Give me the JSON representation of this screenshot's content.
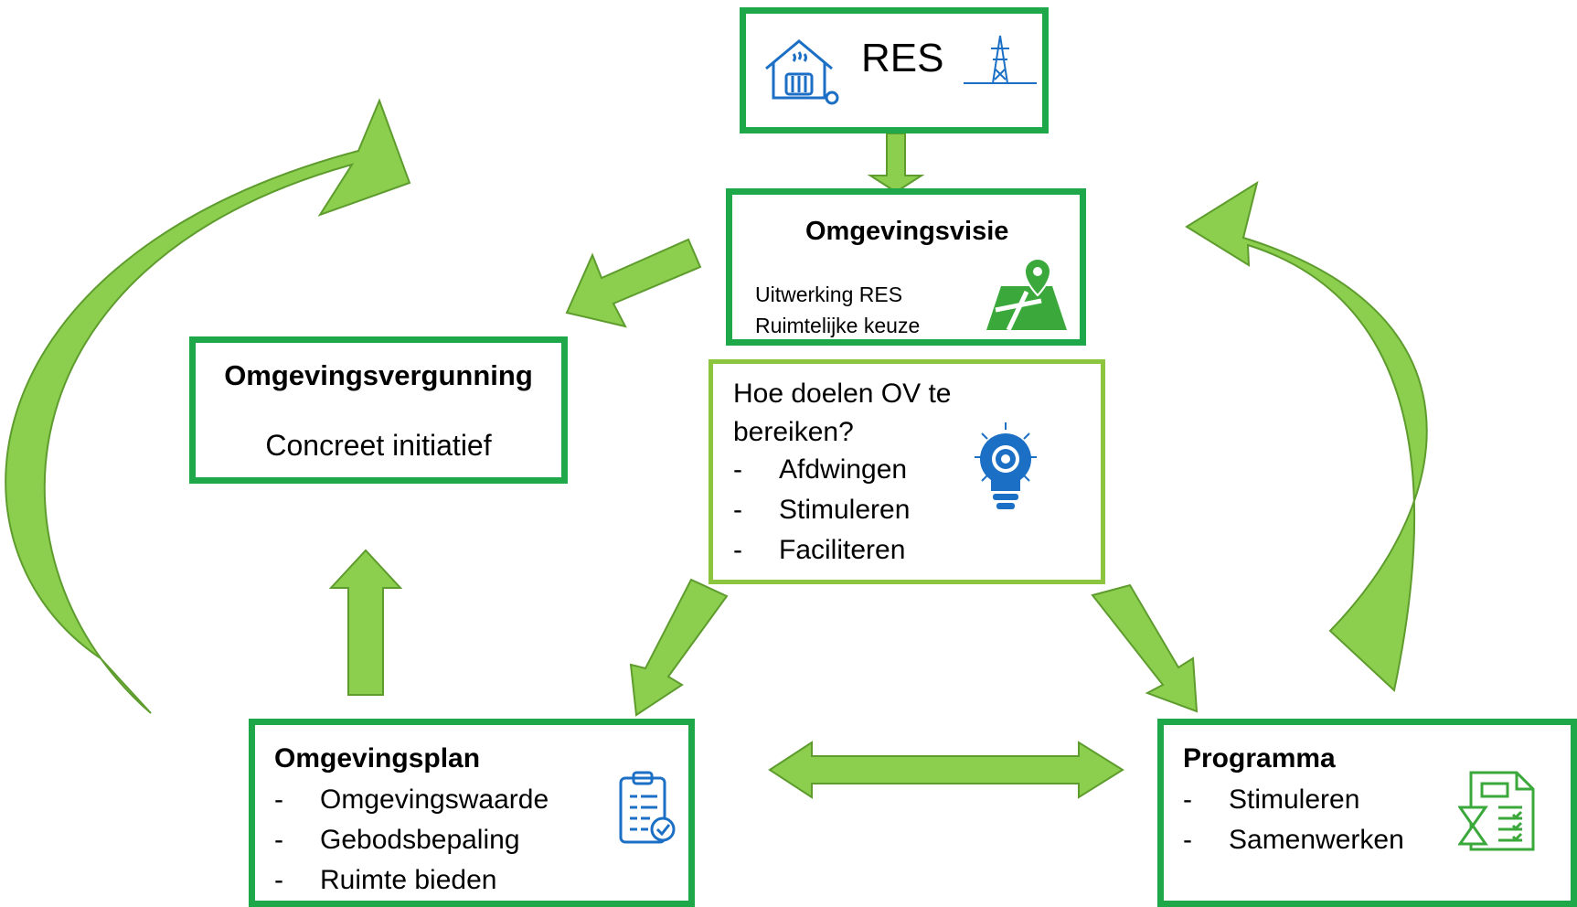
{
  "colors": {
    "box_border": "#1fa84a",
    "box_border_light": "#8cc63f",
    "arrow_fill": "#8cce4e",
    "arrow_stroke": "#5e9c2e",
    "icon_blue": "#1b6fc4",
    "icon_green": "#3aa83a"
  },
  "res": {
    "label": "RES",
    "left_icon": "house-heating-icon",
    "right_icon": "power-pylon-icon"
  },
  "omgevingsvisie": {
    "title": "Omgevingsvisie",
    "lines": [
      "Uitwerking RES",
      "Ruimtelijke keuze"
    ],
    "icon": "map-pin-icon"
  },
  "omgevingsvergunning": {
    "title": "Omgevingsvergunning",
    "text": "Concreet initiatief"
  },
  "center": {
    "lines": [
      "Hoe doelen OV te",
      "bereiken?"
    ],
    "items": [
      "Afdwingen",
      "Stimuleren",
      "Faciliteren"
    ],
    "icon": "lightbulb-gear-icon"
  },
  "omgevingsplan": {
    "title": "Omgevingsplan",
    "items": [
      "Omgevingswaarde",
      "Gebodsbepaling",
      "Ruimte bieden"
    ],
    "icon": "clipboard-check-icon"
  },
  "programma": {
    "title": "Programma",
    "items": [
      "Stimuleren",
      "Samenwerken"
    ],
    "icon": "document-hourglass-icon"
  },
  "dash": "-"
}
